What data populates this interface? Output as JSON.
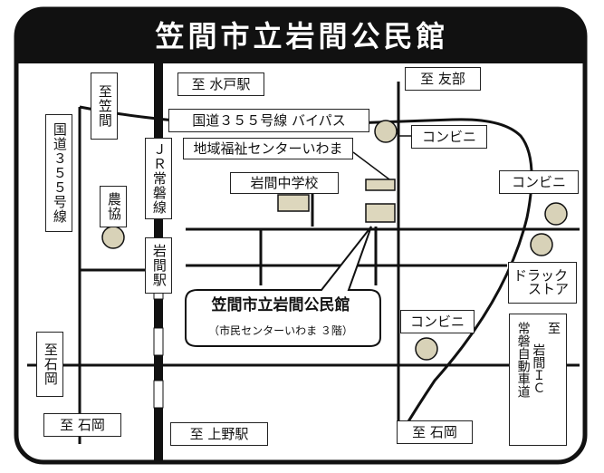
{
  "title": "笠間市立岩間公民館",
  "labels": {
    "mito": "至 水戸駅",
    "tomobe": "至 友部",
    "kasama": "至\n笠\n間",
    "bypass": "国道３５５号線 バイパス",
    "route355": "国道３５５号線",
    "welfare": "地域福祉センターいわま",
    "conbini1": "コンビニ",
    "conbini2": "コンビニ",
    "conbini3": "コンビニ",
    "jr_line": "ＪＲ常磐線",
    "iwama_station": "岩間駅",
    "junior_high": "岩間中学校",
    "nokyo": "農協",
    "drugstore_1": "ドラック",
    "drugstore_2": "ストア",
    "ishioka_left": "至\n石\n岡",
    "ishioka_bottom_left": "至 石岡",
    "ueno": "至 上野駅",
    "ishioka_bottom_right": "至 石岡",
    "ic_col1": "至",
    "ic_col2": "岩間ＩＣ",
    "ic_col3": "常磐自動車道"
  },
  "callout": {
    "name": "笠間市立岩間公民館",
    "sub": "（市民センターいわま ３階）"
  },
  "colors": {
    "frame": "#111111",
    "poi_marker": "#d8d2b8",
    "building": "#ddd7bd",
    "rail": "#111111"
  }
}
